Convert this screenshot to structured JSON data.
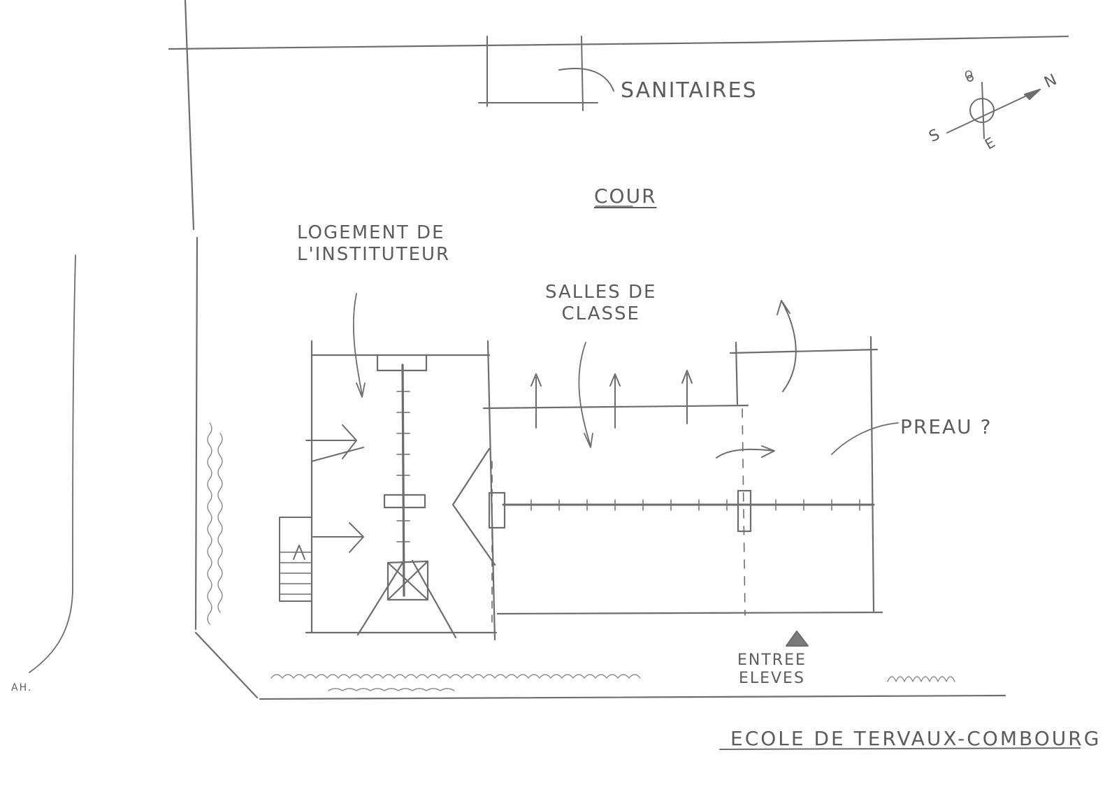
{
  "labels": {
    "sanitaires": "SANITAIRES",
    "cour": "COUR",
    "logement": "LOGEMENT DE\nL'INSTITUTEUR",
    "salles": "SALLES DE\nCLASSE",
    "preau": "PREAU ?",
    "entree": "ENTREE\nELEVES",
    "title": "ECOLE DE TERVAUX-COMBOURG",
    "initials": "AH."
  },
  "compass": {
    "north": "N",
    "south": "S",
    "east": "E",
    "west": "O"
  },
  "colors": {
    "pencil": "#6d6d6d",
    "paper": "#ffffff"
  }
}
